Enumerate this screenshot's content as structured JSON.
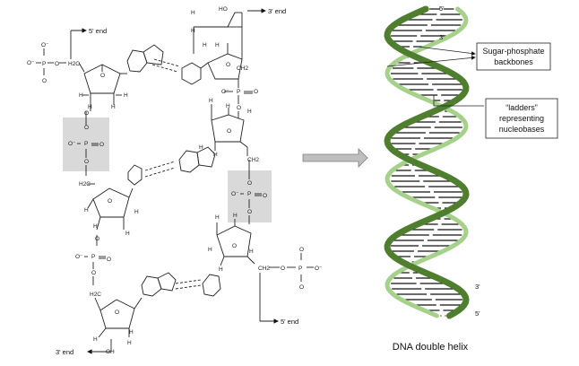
{
  "structure": {
    "ends": {
      "top_left": "5' end",
      "top_right": "3' end",
      "bottom_right": "5' end",
      "bottom_left": "3' end"
    },
    "atoms": {
      "oxygen": "O",
      "oxygen_minus": "O⁻",
      "phosphorus": "P",
      "hydrogen": "H",
      "hydroxyl": "OH",
      "hydroxyl_top": "HO",
      "ch2_left": "H2C",
      "ch2_right": "CH2"
    }
  },
  "helix": {
    "labels": {
      "strand_top_1": "5'",
      "strand_top_2": "3'",
      "strand_bottom_1": "3'",
      "strand_bottom_2": "5'"
    },
    "callouts": {
      "backbone_line1": "Sugar-phosphate",
      "backbone_line2": "backbones",
      "ladders_line1": "“ladders”",
      "ladders_line2": "representing",
      "ladders_line3": "nucleobases"
    },
    "caption": "DNA double helix"
  },
  "colors": {
    "dark_strand": "#4f7f2e",
    "light_strand": "#a6d18a",
    "highlight_box": "#d9d9d9",
    "arrow_fill": "#bfbfbf"
  }
}
